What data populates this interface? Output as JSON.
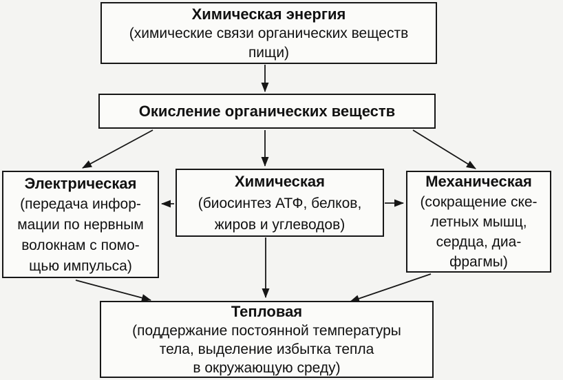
{
  "diagram": {
    "title_hint": "Energy transformation scheme (Russian biology diagram)",
    "nodes": {
      "chemical_energy": {
        "title": "Химическая энергия",
        "body": "(химические связи органических веществ\nпищи)"
      },
      "oxidation": {
        "title": "Окисление органических веществ"
      },
      "electrical": {
        "title": "Электрическая",
        "body": "(передача инфор-\nмации по нервным\nволокнам с помо-\nщью импульса)"
      },
      "chemical": {
        "title": "Химическая",
        "body": "(биосинтез АТФ, белков,\nжиров и углеводов)"
      },
      "mechanical": {
        "title": "Механическая",
        "body": "(сокращение ске-\nлетных мышц,\nсердца, диа-\nфрагмы)"
      },
      "thermal": {
        "title": "Тепловая",
        "body": "(поддержание постоянной температуры\nтела, выделение избытка тепла\nв окружающую среду)"
      }
    },
    "edges": [
      {
        "from": "chemical_energy",
        "to": "oxidation"
      },
      {
        "from": "oxidation",
        "to": "electrical"
      },
      {
        "from": "oxidation",
        "to": "chemical"
      },
      {
        "from": "oxidation",
        "to": "mechanical"
      },
      {
        "from": "chemical",
        "to": "electrical"
      },
      {
        "from": "chemical",
        "to": "mechanical"
      },
      {
        "from": "electrical",
        "to": "thermal"
      },
      {
        "from": "chemical",
        "to": "thermal"
      },
      {
        "from": "mechanical",
        "to": "thermal"
      }
    ]
  },
  "colors": {
    "bg": "#f4f4f2",
    "box_fill": "#fbfbf9",
    "border_color": "#161616",
    "text_color": "#111111",
    "arrow_color": "#161616"
  }
}
